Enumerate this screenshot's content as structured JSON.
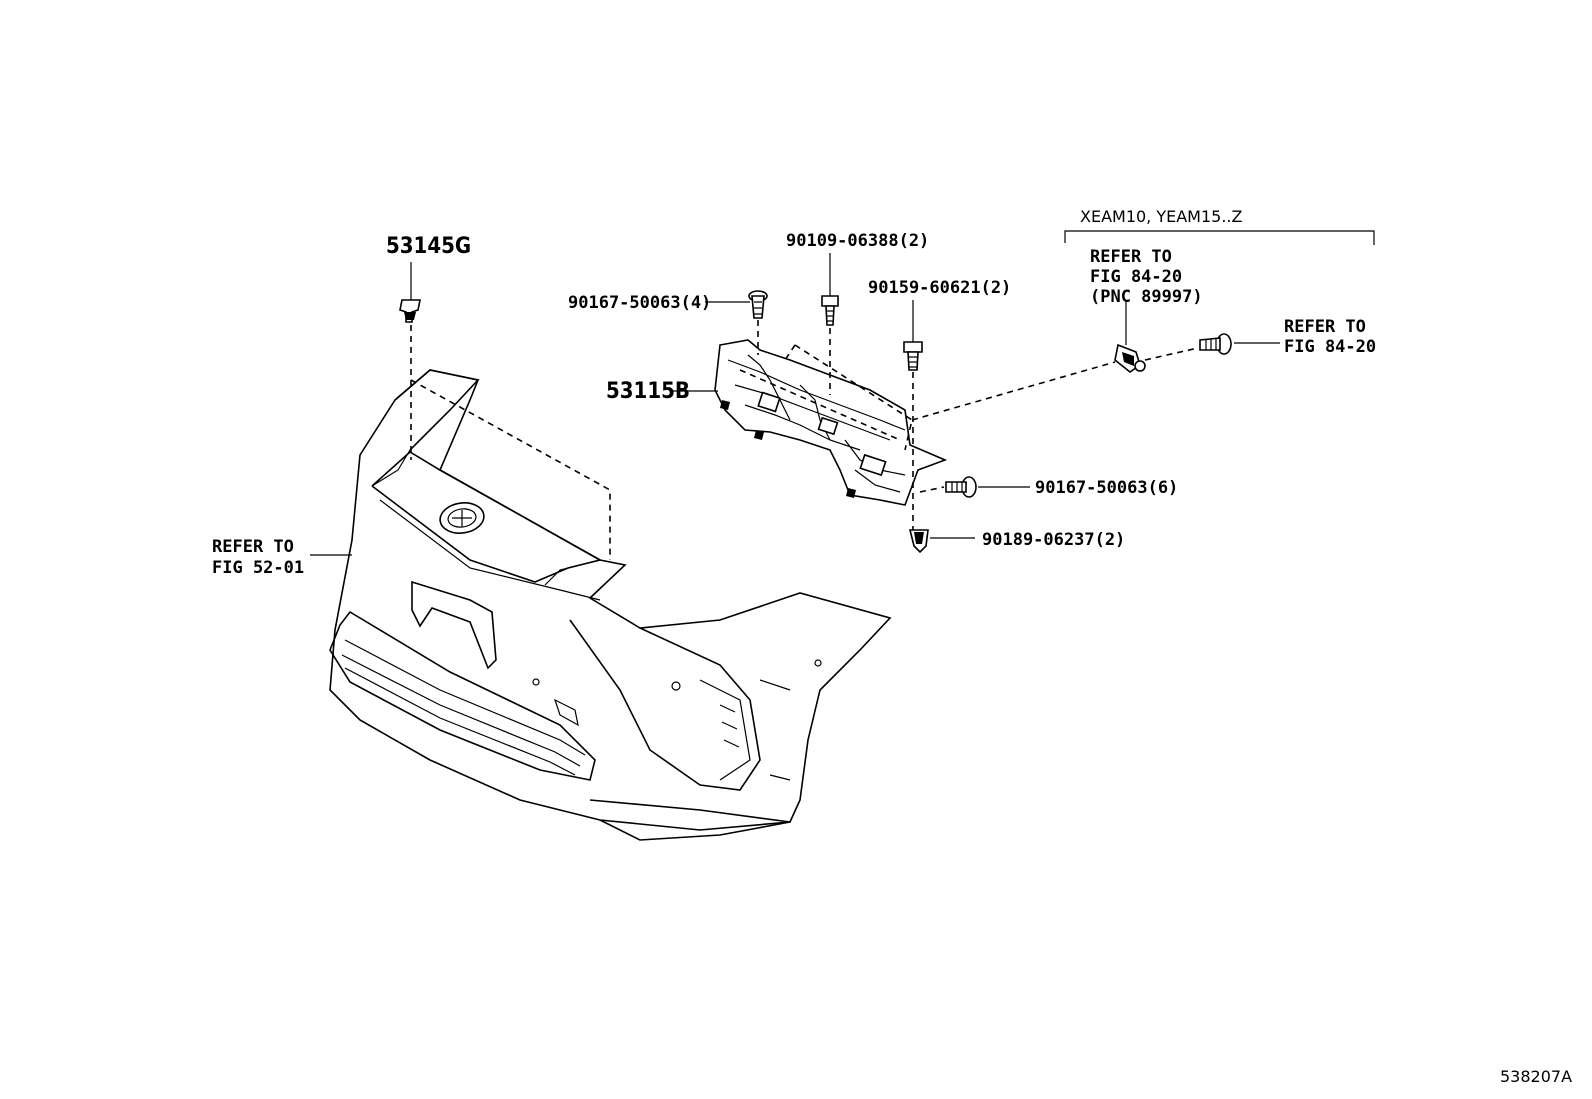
{
  "callouts": {
    "p53145g": "53145G",
    "p53115b": "53115B",
    "p90109": "90109-06388(2)",
    "p90167_4": "90167-50063(4)",
    "p90159": "90159-60621(2)",
    "p90167_6": "90167-50063(6)",
    "p90189": "90189-06237(2)"
  },
  "refer_bumper": {
    "line1": "REFER TO",
    "line2": "FIG 52-01"
  },
  "refer_sensor": {
    "line1": "REFER TO",
    "line2": "FIG 84-20",
    "line3": "(PNC 89997)"
  },
  "refer_bolt": {
    "line1": "REFER TO",
    "line2": "FIG 84-20"
  },
  "model_note": "XEAM10, YEAM15..Z",
  "diagram_id": "538207A"
}
